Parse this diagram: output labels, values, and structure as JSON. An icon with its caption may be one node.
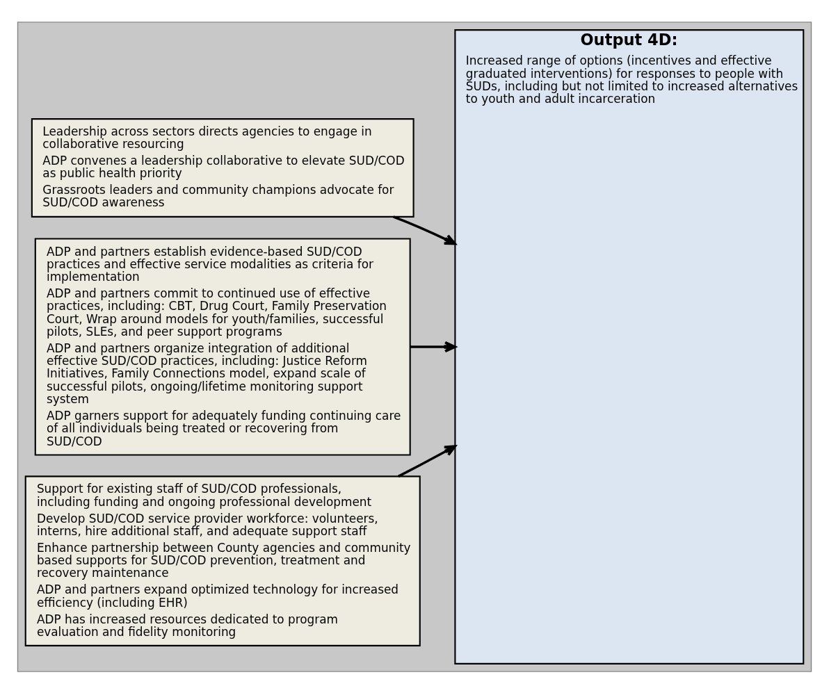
{
  "diagram": {
    "nodes": [
      {
        "text": [],
        "shape": "box"
      },
      {
        "text": [
          "Leadership across sectors directs agencies to engage in collaborative resourcing",
          "ADP convenes a leadership collaborative to elevate SUD/COD as public health priority",
          "Grassroots leaders and community champions advocate for SUD/COD awareness"
        ],
        "in": 0
      },
      {
        "text": [
          "ADP and partners establish evidence-based SUD/COD practices and effective service modalities as criteria for implementation",
          "ADP and partners commit to continued use of effective practices, including: CBT, Drug Court, Family Preservation Court, Wrap around models for youth/families, successful pilots, SLEs, and peer support programs",
          "ADP and partners organize integration of additional effective SUD/COD practices, including: Justice Reform Initiatives, Family Connections model, expand scale of successful pilots, ongoing/lifetime monitoring support system",
          "ADP garners support for adequately funding continuing care of all individuals being treated or recovering from SUD/COD"
        ],
        "in": 0
      },
      {
        "text": [
          "Support for existing staff of SUD/COD professionals, including funding and ongoing professional development",
          "Develop SUD/COD service provider workforce: volunteers, interns, hire additional staff, and adequate support staff",
          "Enhance partnership between County agencies and community based supports for SUD/COD prevention, treatment and recovery maintenance",
          "ADP and partners expand optimized technology for increased efficiency (including EHR)",
          "ADP has increased resources dedicated to program evaluation and fidelity monitoring"
        ],
        "in": 0
      },
      {
        "text": [
          "Output 4D:",
          "Increased range of options (incentives and effective graduated interventions) for responses to people with SUDs, including but not limited to increased alternatives to youth and adult incarceration"
        ],
        "in": 0
      }
    ],
    "edges": [
      {
        "from": 1,
        "to": 4,
        "arrow": "to"
      },
      {
        "from": 2,
        "to": 4,
        "arrow": "to"
      },
      {
        "from": 3,
        "to": 4,
        "arrow": "to"
      }
    ]
  }
}
